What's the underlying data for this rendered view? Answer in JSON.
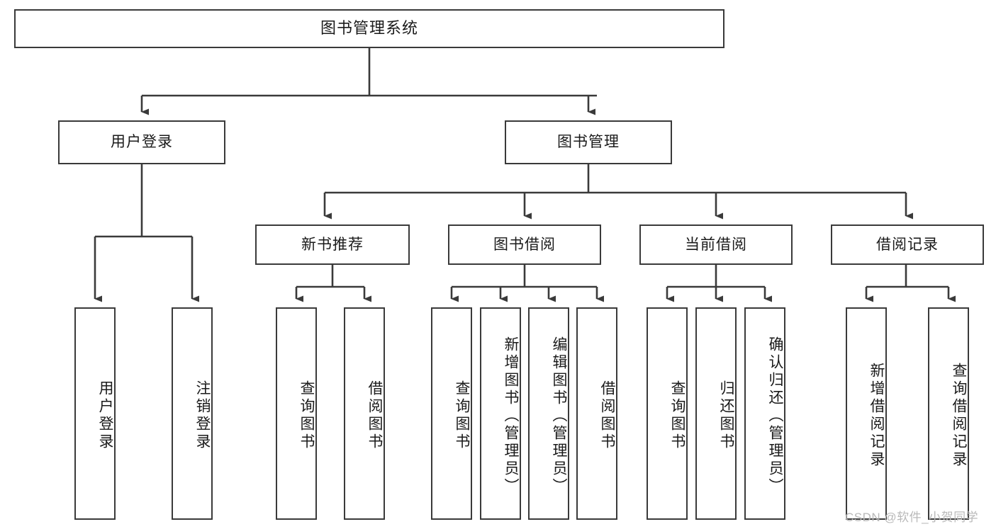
{
  "diagram": {
    "title": "图书管理系统",
    "type": "tree-hierarchy-diagram",
    "colors": {
      "box_border": "#3a3a3a",
      "box_fill": "#ffffff",
      "connector": "#3a3a3a",
      "text": "#1a1a1a",
      "watermark": "#b9b9b9"
    },
    "root": {
      "label": "图书管理系统"
    },
    "level2": [
      {
        "label": "用户登录"
      },
      {
        "label": "图书管理"
      }
    ],
    "level3": [
      {
        "label": "新书推荐"
      },
      {
        "label": "图书借阅"
      },
      {
        "label": "当前借阅"
      },
      {
        "label": "借阅记录"
      }
    ],
    "leaves": {
      "user_login": [
        {
          "label": "用户登录"
        },
        {
          "label": "注销登录"
        }
      ],
      "new_book_recommend": [
        {
          "label": "查询图书"
        },
        {
          "label": "借阅图书"
        }
      ],
      "book_borrow": [
        {
          "label": "查询图书"
        },
        {
          "label": "新增图书（管理员）"
        },
        {
          "label": "编辑图书（管理员）"
        },
        {
          "label": "借阅图书"
        }
      ],
      "current_borrow": [
        {
          "label": "查询图书"
        },
        {
          "label": "归还图书"
        },
        {
          "label": "确认归还（管理员）"
        }
      ],
      "borrow_record": [
        {
          "label": "新增借阅记录"
        },
        {
          "label": "查询借阅记录"
        }
      ]
    }
  },
  "watermark": {
    "text": "CSDN @软件_小贺同学"
  }
}
